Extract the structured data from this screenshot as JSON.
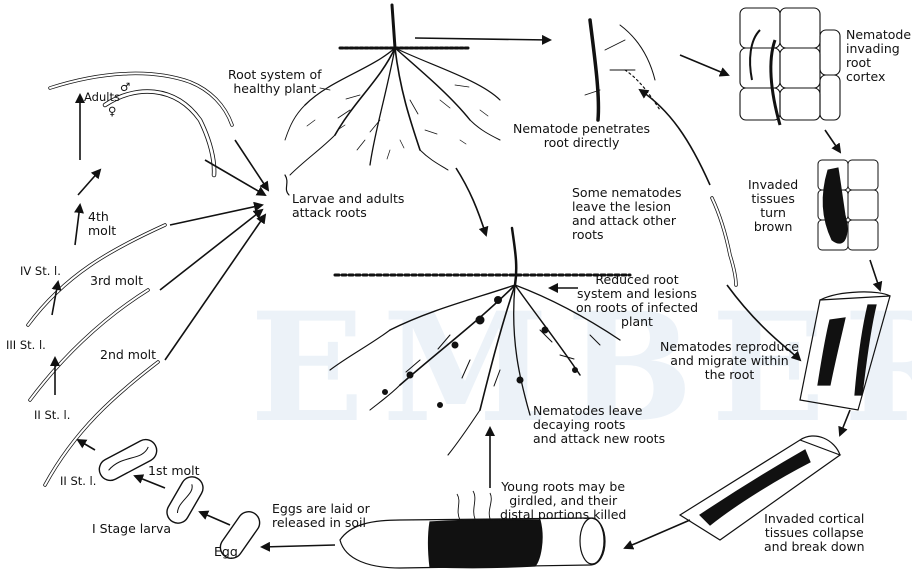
{
  "labels": {
    "root_system_healthy": "Root system of\nhealthy plant",
    "penetrates": "Nematode penetrates\nroot directly",
    "invading_cortex": "Nematode\ninvading\nroot\ncortex",
    "invaded_brown": "Invaded\ntissues\nturn\nbrown",
    "some_leave": "Some nematodes\nleave the lesion\nand attack other\nroots",
    "larvae_adults": "Larvae and adults\nattack roots",
    "reduced": "Reduced root\nsystem and lesions\non roots of infected\nplant",
    "reproduce": "Nematodes reproduce\nand migrate within\nthe root",
    "leave_decaying": "Nematodes leave\ndecaying roots\nand attack new roots",
    "young_roots": "Young roots may be\ngirdled, and their\ndistal portions killed",
    "invaded_cortical": "Invaded cortical\ntissues collapse\nand break down",
    "eggs_laid": "Eggs are laid or\nreleased in soil",
    "egg": "Egg",
    "stage1_larva": "I Stage larva",
    "first_molt": "1st molt",
    "second_molt": "2nd molt",
    "third_molt": "3rd molt",
    "fourth_molt": "4th\nmolt",
    "adults": "Adults",
    "male_symbol": "♂",
    "female_symbol": "♀",
    "stage_II_a": "II St. l.",
    "stage_II_b": "II St. l.",
    "stage_III": "III St. l.",
    "stage_IV": "IV St. l."
  }
}
